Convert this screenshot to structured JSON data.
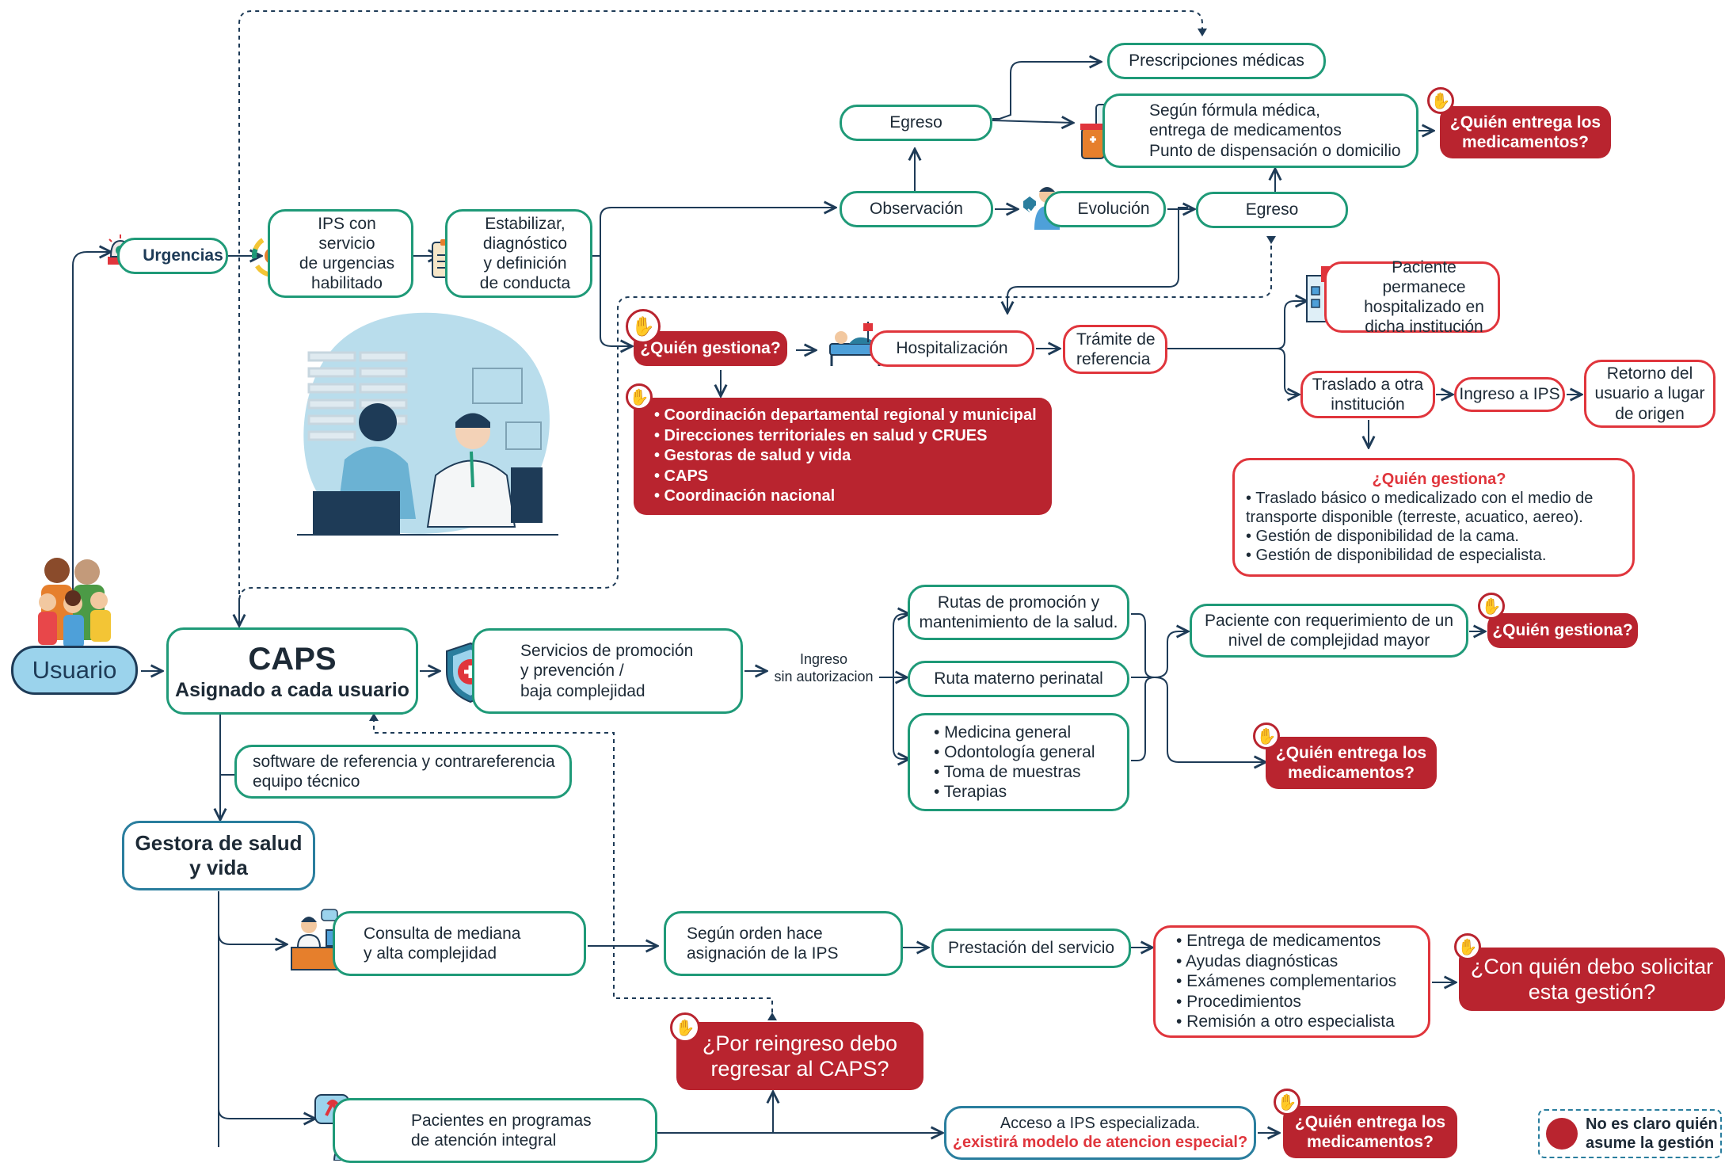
{
  "colors": {
    "green": "#1f9a78",
    "orange": "#e0353c",
    "red": "#b9242f",
    "teal": "#2a7e9e",
    "line": "#1e3b57",
    "user": "#9bd3ec"
  },
  "usuario": "Usuario",
  "urgencias": "Urgencias",
  "ips_urgencias": [
    "IPS con",
    "servicio",
    "de urgencias",
    "habilitado"
  ],
  "estabilizar": [
    "Estabilizar,",
    "diagnóstico",
    "y definición",
    "de conducta"
  ],
  "observacion": "Observación",
  "egreso_top": "Egreso",
  "prescripciones": "Prescripciones médicas",
  "formula": [
    "Según fórmula médica,",
    "entrega de medicamentos",
    "Punto de dispensación o domicilio"
  ],
  "quien_entrega_top": [
    "¿Quién entrega los",
    "medicamentos?"
  ],
  "evolucion": "Evolución",
  "egreso_right": "Egreso",
  "quien_gestiona_1": "¿Quién gestiona?",
  "hospitalizacion": "Hospitalización",
  "tramite": [
    "Trámite de",
    "referencia"
  ],
  "paciente_permanece": [
    "Paciente permanece",
    "hospitalizado en",
    "dicha institución"
  ],
  "traslado": [
    "Traslado a otra",
    "institución"
  ],
  "ingreso_ips": "Ingreso a IPS",
  "retorno": [
    "Retorno del",
    "usuario a lugar",
    "de origen"
  ],
  "coordinacion_list": [
    "• Coordinación departamental regional y municipal",
    "• Direcciones territoriales en salud y CRUES",
    "• Gestoras de salud y vida",
    "• CAPS",
    "• Coordinación nacional"
  ],
  "quien_gestiona_2_title": "¿Quién gestiona?",
  "quien_gestiona_2_list": [
    "• Traslado básico o medicalizado con el medio de",
    "transporte disponible (terreste, acuatico, aereo).",
    "• Gestión de disponibilidad de la cama.",
    "• Gestión de disponibilidad de especialista."
  ],
  "caps_title": "CAPS",
  "caps_sub": "Asignado a cada usuario",
  "servicios": [
    "Servicios de promoción",
    "y prevención /",
    "baja complejidad"
  ],
  "ingreso_sin": [
    "Ingreso",
    "sin autorizacion"
  ],
  "rutas_promocion": [
    "Rutas de promoción y",
    "mantenimiento de la salud."
  ],
  "ruta_materno": "Ruta materno perinatal",
  "servicios_list": [
    "• Medicina general",
    "• Odontología general",
    "• Toma de muestras",
    "• Terapias"
  ],
  "paciente_req": [
    "Paciente con requerimiento de un",
    "nivel de complejidad mayor"
  ],
  "quien_gestiona_3": "¿Quién gestiona?",
  "quien_entrega_mid": [
    "¿Quién entrega los",
    "medicamentos?"
  ],
  "software": [
    "software de referencia y contrareferencia",
    "equipo técnico"
  ],
  "gestora": [
    "Gestora de salud",
    "y vida"
  ],
  "consulta": [
    "Consulta de mediana",
    "y alta complejidad"
  ],
  "segun_orden": [
    "Según orden hace",
    "asignación de la IPS"
  ],
  "prestacion": "Prestación del servicio",
  "entrega_list": [
    "• Entrega de medicamentos",
    "• Ayudas diagnósticas",
    "• Exámenes complementarios",
    "• Procedimientos",
    "• Remisión a otro especialista"
  ],
  "con_quien": [
    "¿Con quién debo solicitar",
    "esta gestión?"
  ],
  "reingreso": [
    "¿Por reingreso debo",
    "regresar al CAPS?"
  ],
  "pacientes_programas": [
    "Pacientes en programas",
    "de atención integral"
  ],
  "acceso": "Acceso a IPS especializada.",
  "modelo": "¿existirá modelo de atencion especial?",
  "quien_entrega_bottom": [
    "¿Quién entrega los",
    "medicamentos?"
  ],
  "legend": [
    "No es claro quién",
    "asume la gestión"
  ]
}
